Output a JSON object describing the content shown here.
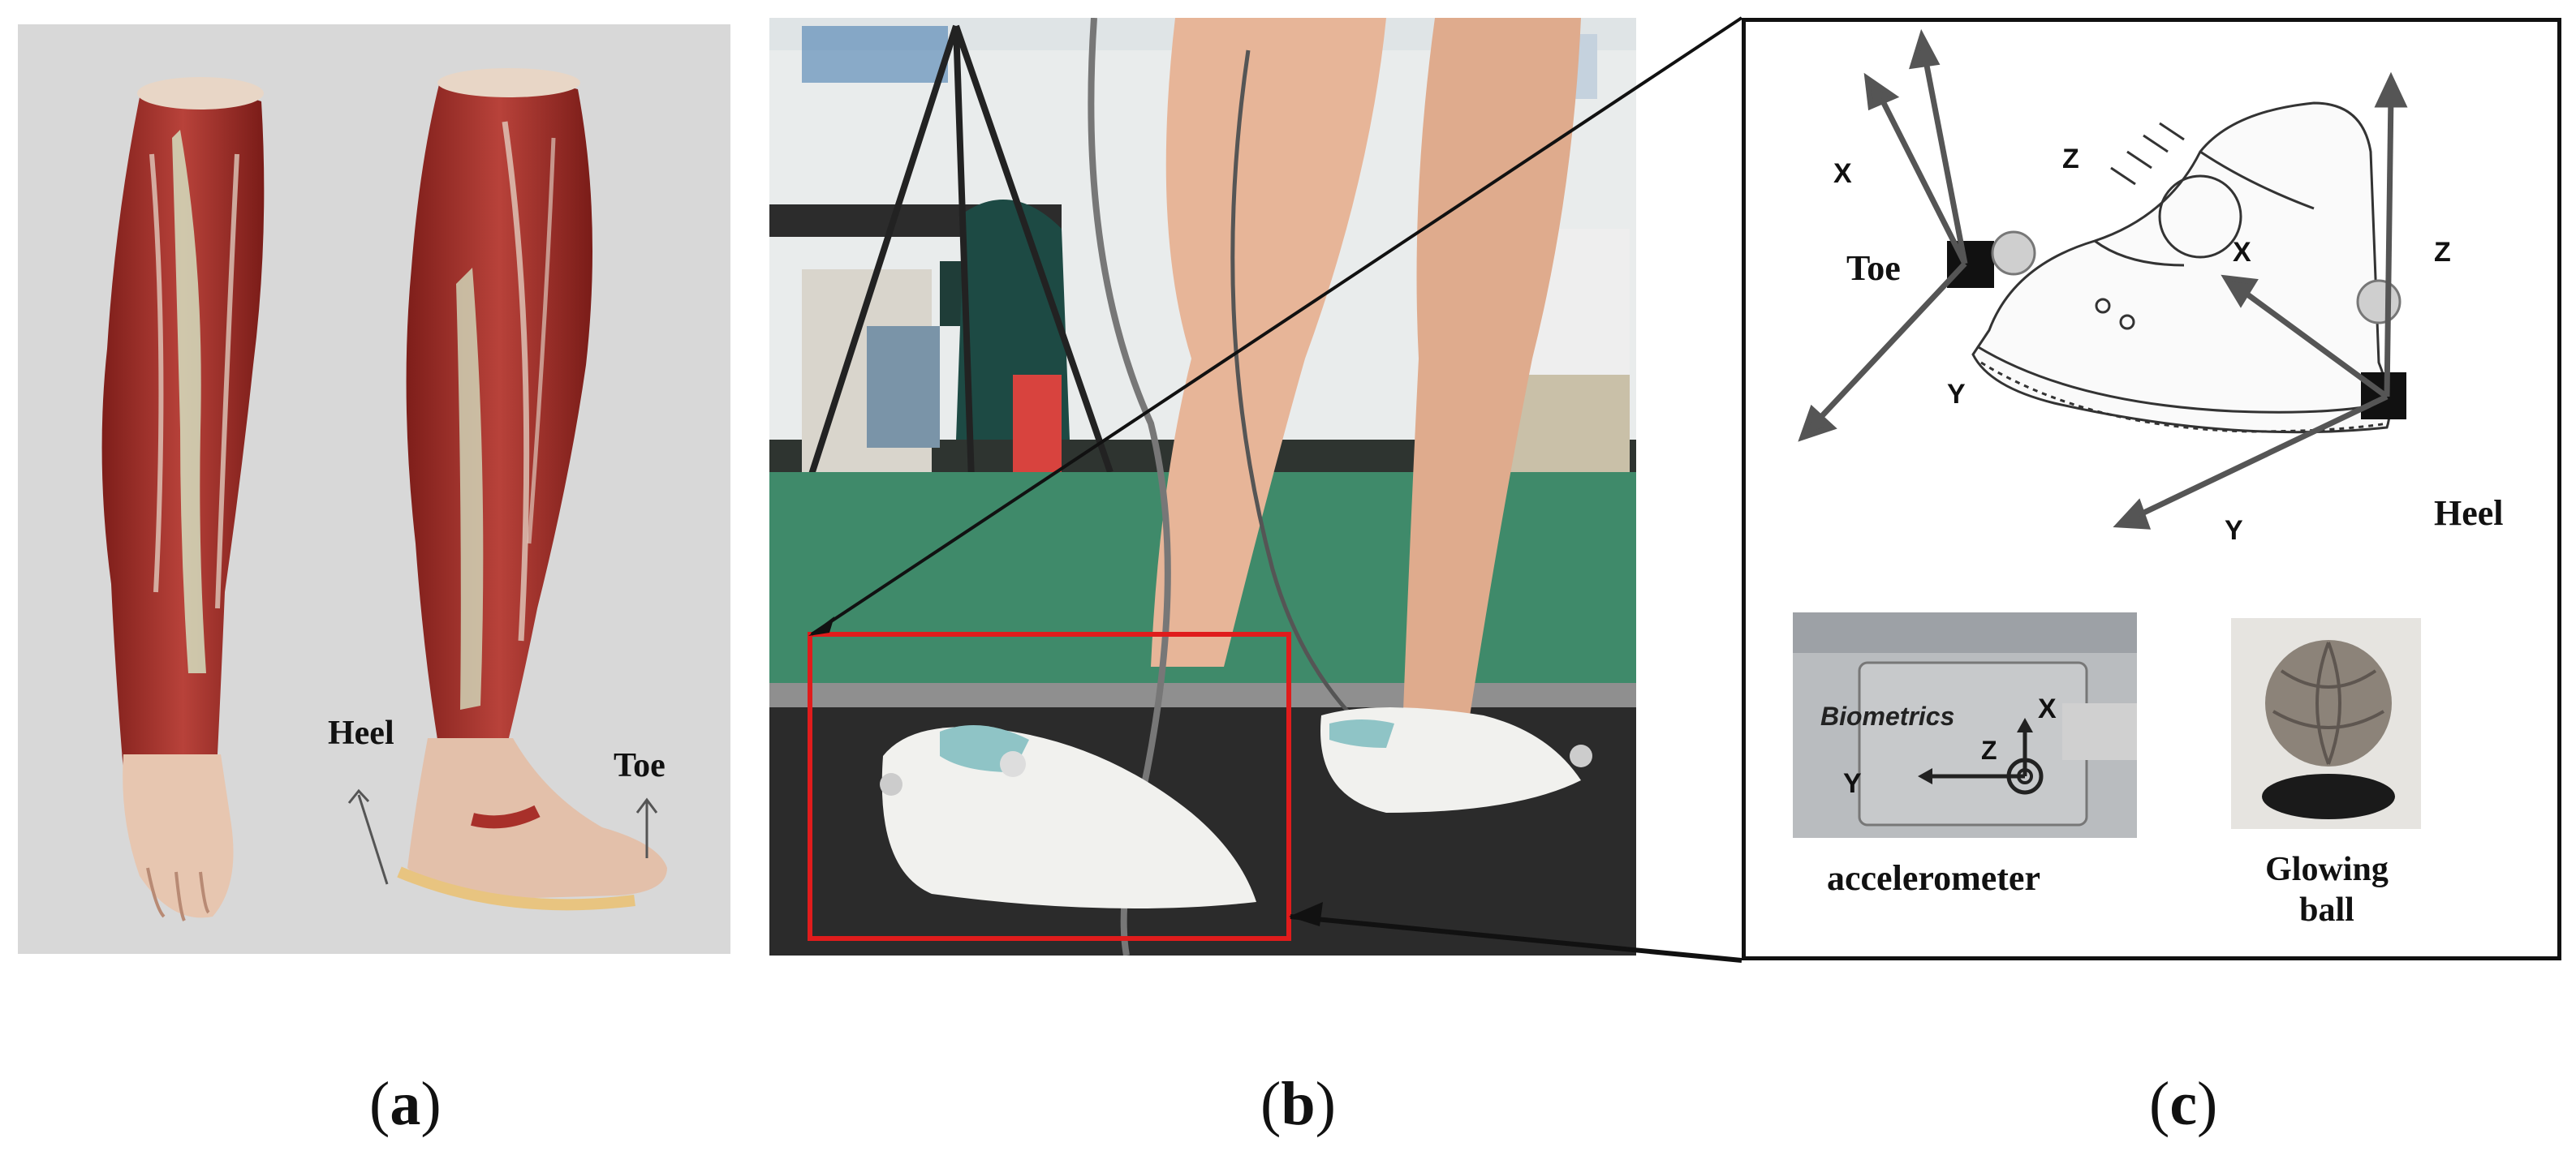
{
  "panel_a": {
    "heel_label": "Heel",
    "toe_label": "Toe"
  },
  "panel_c": {
    "shoe_axes": {
      "toe_x": "X",
      "toe_z": "Z",
      "toe_y": "Y",
      "heel_x": "X",
      "heel_z": "Z",
      "heel_y": "Y"
    },
    "toe_label": "Toe",
    "heel_label": "Heel",
    "sensor_brand": "Biometrics",
    "sensor_axis_x": "X",
    "sensor_axis_y": "Y",
    "sensor_axis_z": "Z",
    "accelerometer_label": "accelerometer",
    "glowing_ball_label_line1": "Glowing",
    "glowing_ball_label_line2": "ball"
  },
  "captions": {
    "a": {
      "open": "(",
      "letter": "a",
      "close": ")"
    },
    "b": {
      "open": "(",
      "letter": "b",
      "close": ")"
    },
    "c": {
      "open": "(",
      "letter": "c",
      "close": ")"
    }
  },
  "colors": {
    "muscle_red": "#a8302a",
    "highlight_box": "#e01c1c",
    "floor_green": "#3f8a6a",
    "treadmill": "#2b2b2b"
  }
}
